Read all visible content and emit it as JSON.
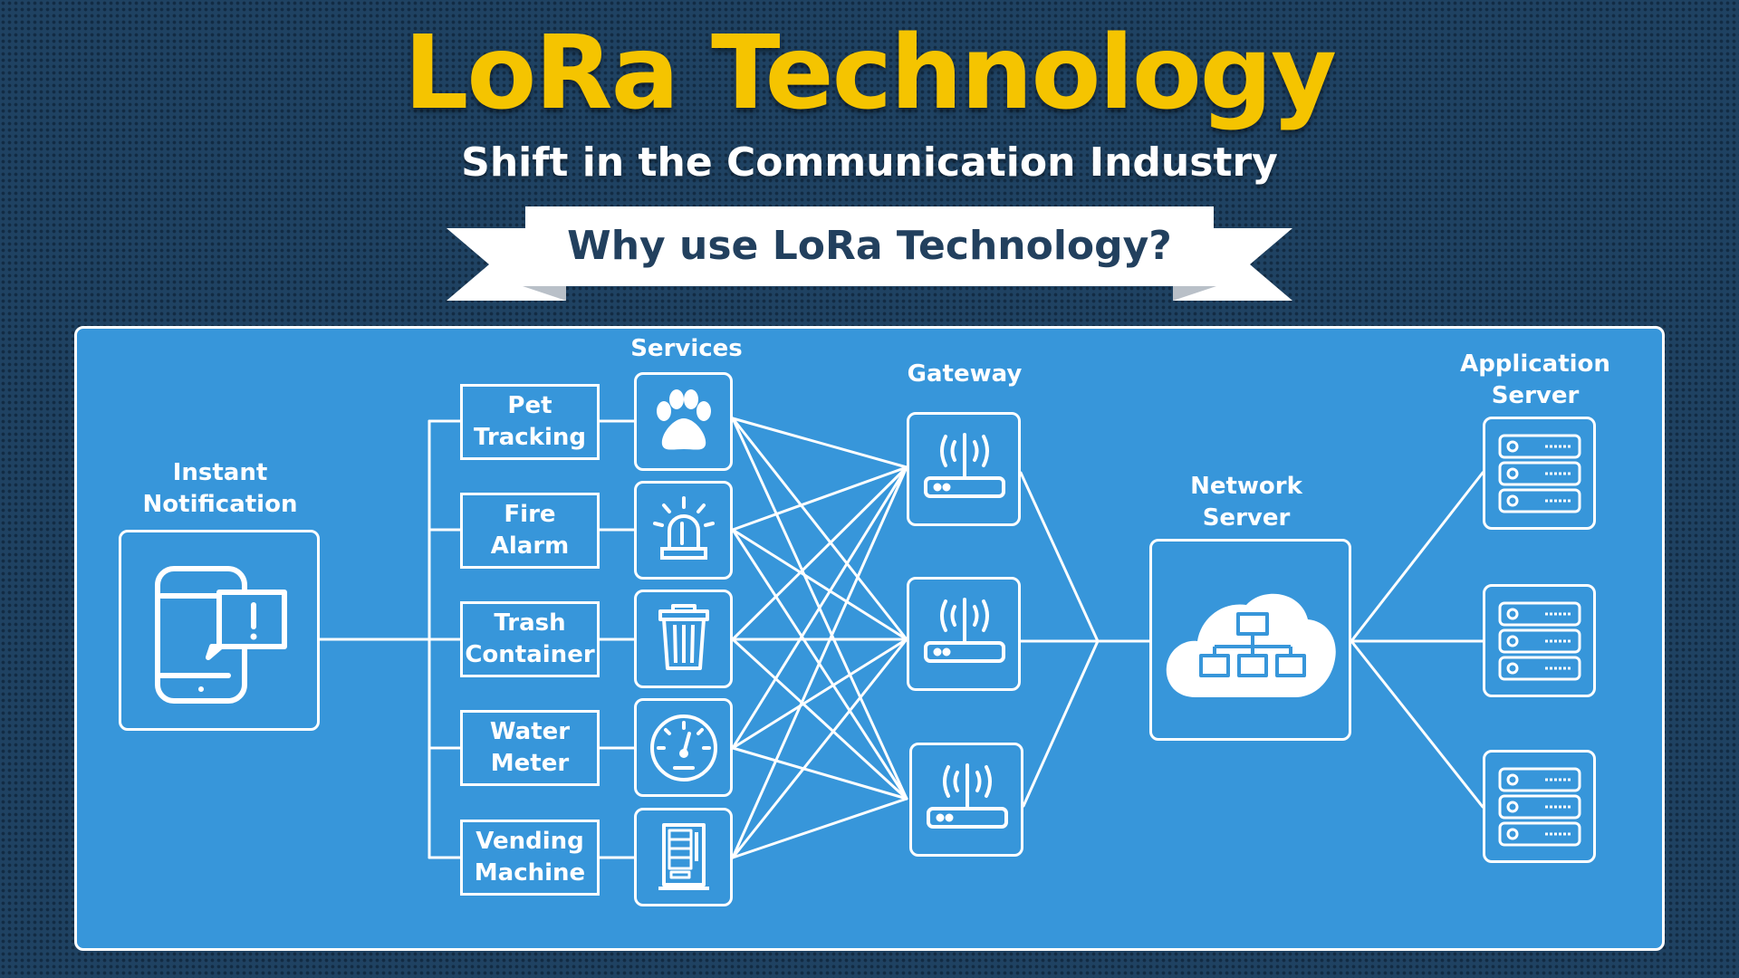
{
  "title": "LoRa Technology",
  "subtitle": "Shift in the Communication Industry",
  "ribbon": "Why use LoRa Technology?",
  "labels": {
    "instant_notification": "Instant\nNotification",
    "services": "Services",
    "gateway": "Gateway",
    "network_server": "Network\nServer",
    "application_server": "Application\nServer"
  },
  "services": [
    {
      "label": "Pet\nTracking",
      "icon": "paw-icon"
    },
    {
      "label": "Fire\nAlarm",
      "icon": "siren-icon"
    },
    {
      "label": "Trash\nContainer",
      "icon": "trash-can-icon"
    },
    {
      "label": "Water\nMeter",
      "icon": "gauge-icon"
    },
    {
      "label": "Vending\nMachine",
      "icon": "vending-machine-icon"
    }
  ],
  "colors": {
    "background": "#1f4262",
    "title": "#f5c400",
    "panel": "#3796da",
    "ribbon_text": "#22405e"
  }
}
